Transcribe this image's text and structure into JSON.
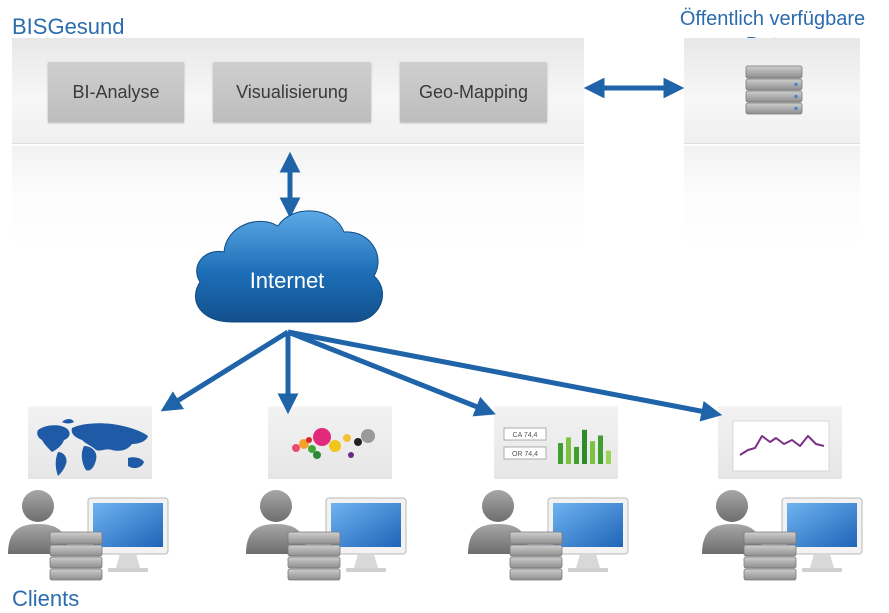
{
  "labels": {
    "system": "BISGesund",
    "public_line1": "Öffentlich verfügbare",
    "public_line2": "Daten",
    "clients": "Clients",
    "internet": "Internet"
  },
  "modules": [
    {
      "label": "BI-Analyse"
    },
    {
      "label": "Visualisierung"
    },
    {
      "label": "Geo-Mapping"
    }
  ],
  "client_cards": [
    {
      "kind": "world-map"
    },
    {
      "kind": "bubble-chart"
    },
    {
      "kind": "kpi-bars",
      "kpis": [
        "CA 74,4",
        "OR 74,4"
      ],
      "bars": [
        0.55,
        0.7,
        0.45,
        0.9,
        0.6,
        0.75,
        0.35
      ]
    },
    {
      "kind": "line-chart"
    }
  ],
  "colors": {
    "accent": "#2a6cad",
    "arrow": "#1f64a8",
    "cloud": "#1d6fb8",
    "monitor": "#2f7fd6",
    "chart_green": "#3f9f2f",
    "line_purple": "#7b2f86"
  }
}
